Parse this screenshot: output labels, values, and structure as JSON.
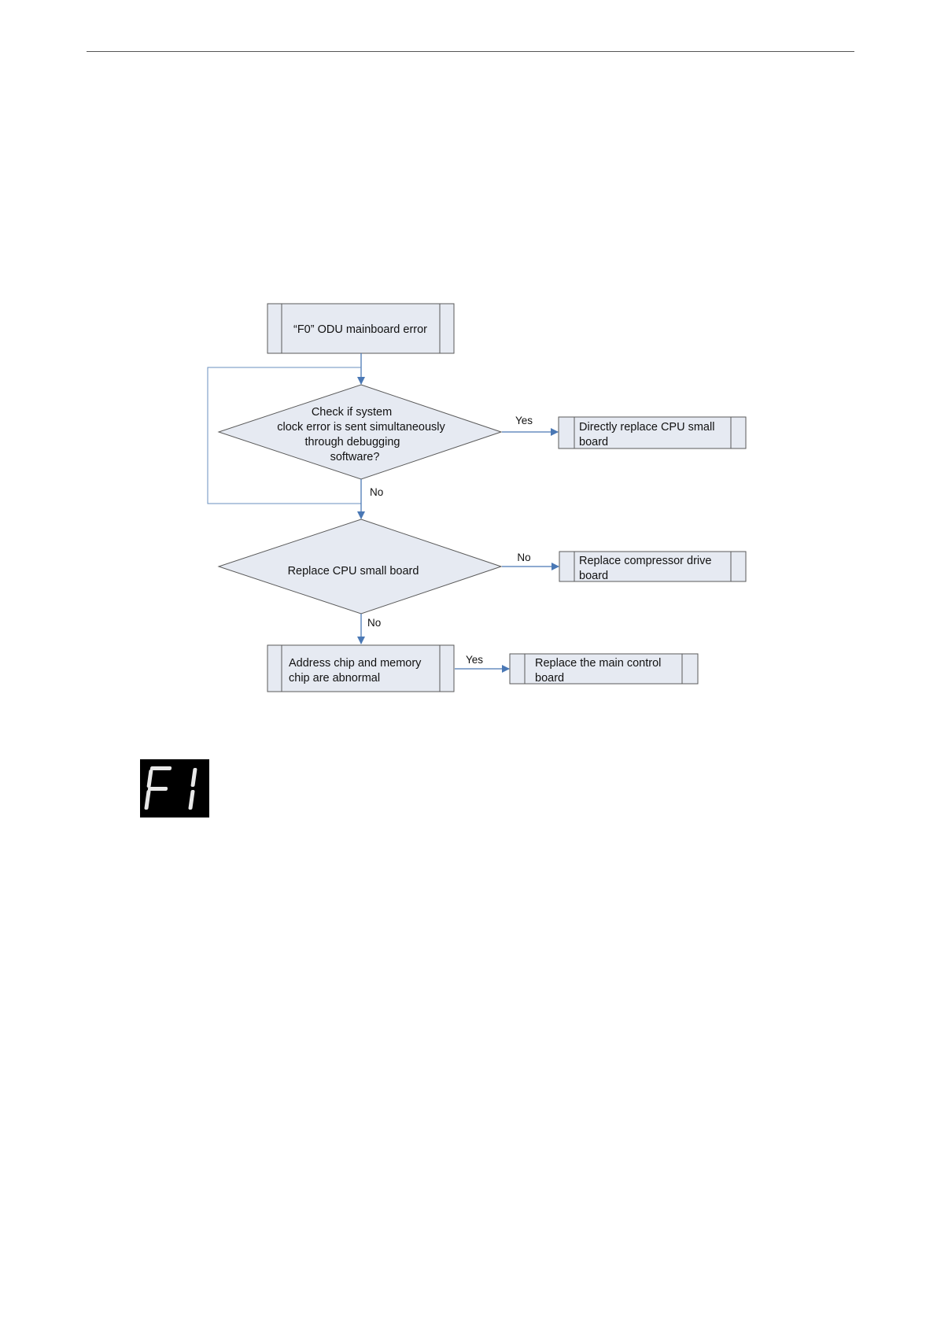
{
  "flowchart": {
    "start": "“F0” ODU mainboard error",
    "decision1": [
      "Check if system",
      "clock error is sent simultaneously",
      "through debugging",
      "software?"
    ],
    "result1": [
      "Directly replace CPU small",
      "board"
    ],
    "decision2": "Replace CPU small board",
    "result2": [
      "Replace compressor drive",
      "board"
    ],
    "process3": [
      "Address chip and memory",
      "chip are abnormal"
    ],
    "result3": [
      "Replace the main control",
      "board"
    ],
    "edges": {
      "d1_yes": "Yes",
      "d1_no": "No",
      "d2_no_right": "No",
      "d2_no_down": "No",
      "p3_yes": "Yes"
    },
    "colors": {
      "box_fill": "#e6eaf2",
      "box_stroke": "#5a5a5a",
      "arrow": "#4a78b5"
    }
  },
  "error_display": {
    "code": "F1",
    "icon": "seven-segment-display-icon"
  }
}
